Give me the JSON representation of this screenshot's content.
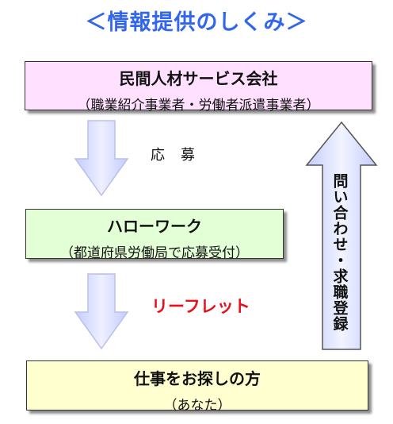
{
  "title": "＜情報提供のしくみ＞",
  "company": {
    "name": "民間人材サービス会社",
    "detail": "（職業紹介事業者・労働者派遣事業者）"
  },
  "hello_work": {
    "name": "ハローワーク",
    "detail": "（都道府県労働局で応募受付）"
  },
  "seeker": {
    "name": "仕事をお探しの方",
    "detail": "（あなた）"
  },
  "labels": {
    "apply": "応募",
    "leaflet": "リーフレット",
    "inquiry": "問い合わせ・求職登録"
  },
  "colors": {
    "title": "#3366ee",
    "leaflet": "#e8101a",
    "company_box": "#ffe0ff",
    "hello_work_box": "#e2ffd6",
    "seeker_box": "#ffffd0",
    "arrow_fill": "#d6dcff"
  }
}
